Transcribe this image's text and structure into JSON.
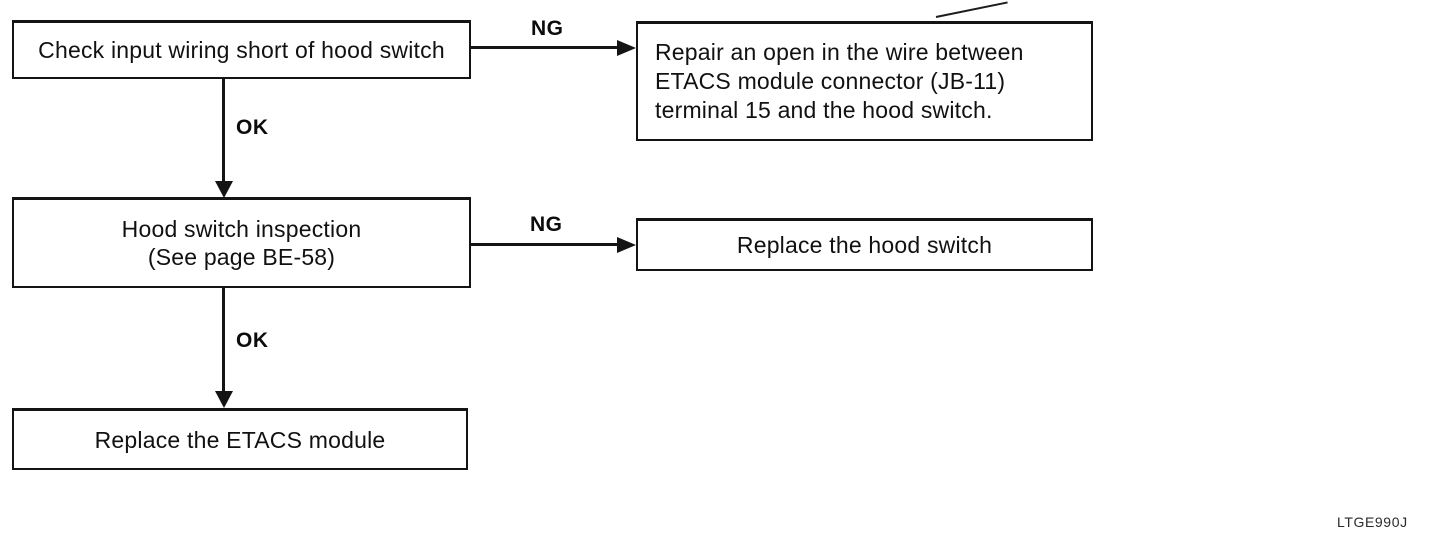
{
  "page": {
    "background_color": "#ffffff",
    "ink_color": "#141414"
  },
  "flowchart": {
    "nodes": {
      "check_wiring": {
        "label": "Check input wiring short of hood switch"
      },
      "repair_open": {
        "line1": "Repair an open in the wire between",
        "line2": "ETACS module connector (JB-11)",
        "line3": "terminal 15 and the hood switch."
      },
      "hood_inspection": {
        "line1": "Hood switch inspection",
        "line2": "(See page BE-58)"
      },
      "replace_hood_switch": {
        "label": "Replace the hood switch"
      },
      "replace_etacs": {
        "label": "Replace the ETACS module"
      }
    },
    "edge_labels": {
      "ok_1": "OK",
      "ng_1": "NG",
      "ok_2": "OK",
      "ng_2": "NG"
    },
    "figure_code": "LTGE990J"
  }
}
